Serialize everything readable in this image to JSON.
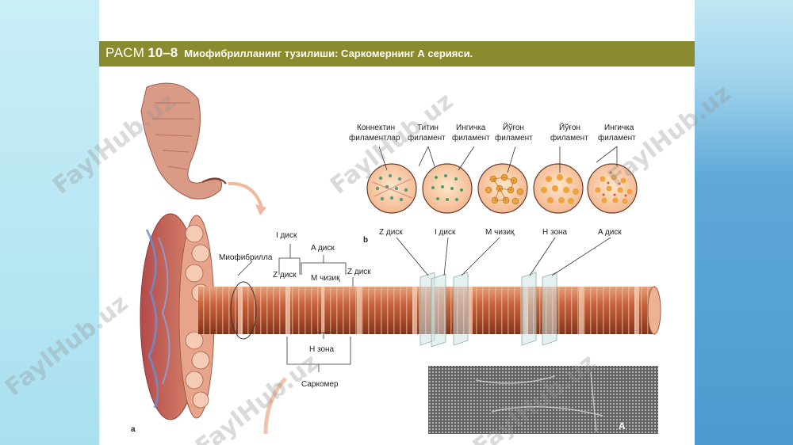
{
  "slide": {
    "title_prefix": "РАСМ",
    "title_number": "10–8",
    "title_text": "Миофибрилланинг тузилиши: Саркомернинг А серияси.",
    "colors": {
      "title_bar": "#8a8a2e",
      "panel": "#ffffff",
      "side_left": "#c9eef6",
      "side_right": "#4d9ad1"
    }
  },
  "diagram": {
    "panel_a_letter": "a",
    "panel_b_letter": "b",
    "myofibril_label": "Миофибрилла",
    "i_disc_label": "I диск",
    "a_disc_label": "A диск",
    "z_disc_left_label": "Z диск",
    "m_line_label": "М чизиқ",
    "z_disc_right_label": "Z диск",
    "h_zone_label": "H зона",
    "sarcomere_label": "Саркомер",
    "top_labels": [
      {
        "line1": "Коннектин",
        "line2": "филаментлар"
      },
      {
        "line1": "Титин",
        "line2": "филамент"
      },
      {
        "line1": "Ингичка",
        "line2": "филамент"
      },
      {
        "line1": "Йўғон",
        "line2": "филамент"
      },
      {
        "line1": "Йўғон",
        "line2": "филамент"
      },
      {
        "line1": "Ингичка",
        "line2": "филамент"
      }
    ],
    "cross_sections": [
      {
        "label": "Z диск",
        "pattern": "z-disc"
      },
      {
        "label": "I диск",
        "pattern": "i-disc"
      },
      {
        "label": "М чизиқ",
        "pattern": "m-line"
      },
      {
        "label": "H зона",
        "pattern": "h-zone"
      },
      {
        "label": "A диск",
        "pattern": "a-disc"
      }
    ],
    "micrograph_letter": "A"
  },
  "watermark": {
    "text": "FaylHub.uz"
  }
}
